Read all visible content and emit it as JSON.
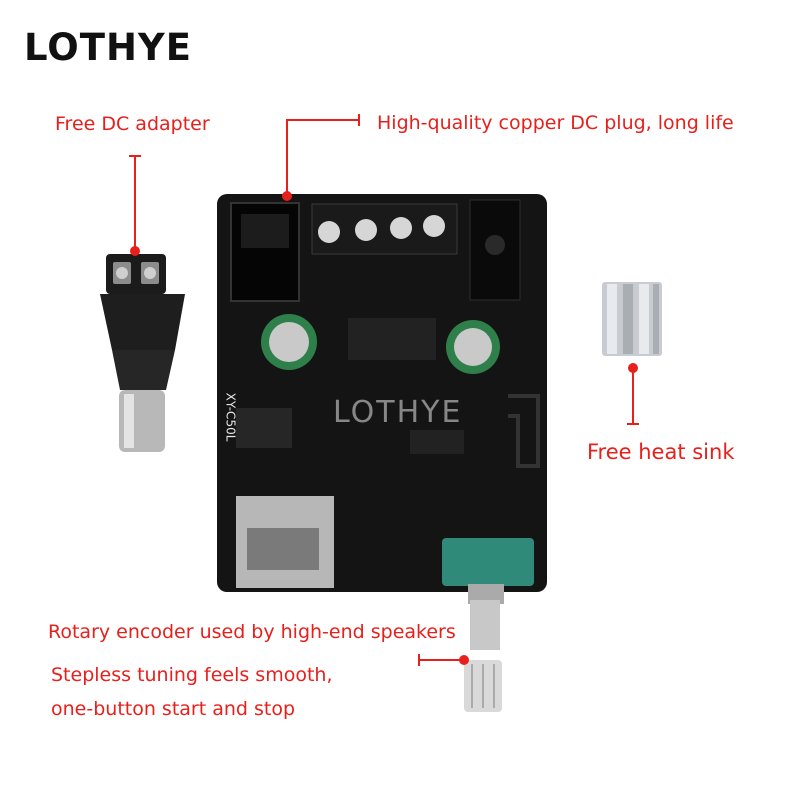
{
  "brand": {
    "name": "LOTHYE"
  },
  "callouts": {
    "dc_adapter": "Free DC adapter",
    "dc_plug": "High-quality copper DC plug, long life",
    "heat_sink": "Free heat sink",
    "encoder": "Rotary encoder used by high-end speakers",
    "tuning_line1": "Stepless tuning feels smooth,",
    "tuning_line2": "one-button start and stop"
  },
  "board": {
    "model": "XY-C50L",
    "watermark": "LOTHYE"
  },
  "colors": {
    "accent": "#e8201c",
    "pcb": "#141414",
    "encoder": "#2f8a7a"
  }
}
